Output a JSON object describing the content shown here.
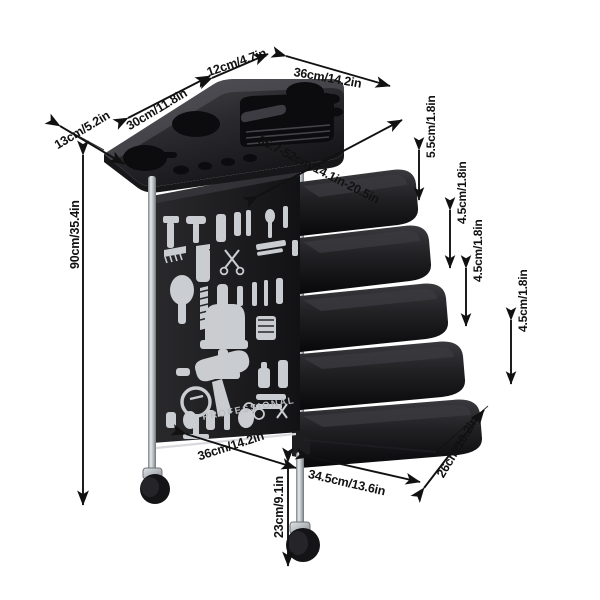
{
  "product": {
    "name": "salon-trolley-cart",
    "brand_label": "PROFESSIONAL",
    "background_color": "#ffffff",
    "body_color": "#1c1c1e",
    "accent_color": "#cfd2d6",
    "leg_color": "#b8bcc0",
    "dimension_text_color": "#111111"
  },
  "dimensions": {
    "top_depth_left": {
      "key": "13cm",
      "label": "13cm/5.2in",
      "orientation": "diagonal-left"
    },
    "top_width_left": {
      "key": "30cm",
      "label": "30cm/11.8in",
      "orientation": "diagonal-left"
    },
    "top_notch": {
      "key": "12cm",
      "label": "12cm/4.7in",
      "orientation": "diagonal-left"
    },
    "top_width_right": {
      "key": "36cm_top",
      "label": "36cm/14.2in",
      "orientation": "diagonal-right"
    },
    "tray_extension": {
      "key": "35.7-52cm",
      "label": "35.7-52cm/14.1in-20.5in",
      "orientation": "diagonal-right"
    },
    "total_height": {
      "key": "90cm",
      "label": "90cm/35.4in",
      "orientation": "vertical"
    },
    "tray_gap_1": {
      "key": "5.5cm",
      "label": "5.5cm/1.8in",
      "orientation": "vertical"
    },
    "tray_gap_2": {
      "key": "4.5cm_a",
      "label": "4.5cm/1.8in",
      "orientation": "vertical"
    },
    "tray_gap_3": {
      "key": "4.5cm_b",
      "label": "4.5cm/1.8in",
      "orientation": "vertical"
    },
    "tray_gap_4": {
      "key": "4.5cm_c",
      "label": "4.5cm/1.8in",
      "orientation": "vertical"
    },
    "tray_depth": {
      "key": "26cm",
      "label": "26cm/10.2in",
      "orientation": "diagonal-right"
    },
    "base_width": {
      "key": "36cm_base",
      "label": "36cm/14.2in",
      "orientation": "diagonal-left"
    },
    "base_depth": {
      "key": "34.5cm",
      "label": "34.5cm/13.6in",
      "orientation": "diagonal-right"
    },
    "clearance_height": {
      "key": "23cm",
      "label": "23cm/9.1in",
      "orientation": "vertical"
    }
  },
  "parts": {
    "top_tray": "top-organizer-tray",
    "side_panel": "graphic-side-panel",
    "trays": [
      "tray-1",
      "tray-2",
      "tray-3",
      "tray-4",
      "tray-5"
    ],
    "legs": [
      "leg-front",
      "leg-back"
    ],
    "casters": [
      "caster-left",
      "caster-right"
    ]
  }
}
